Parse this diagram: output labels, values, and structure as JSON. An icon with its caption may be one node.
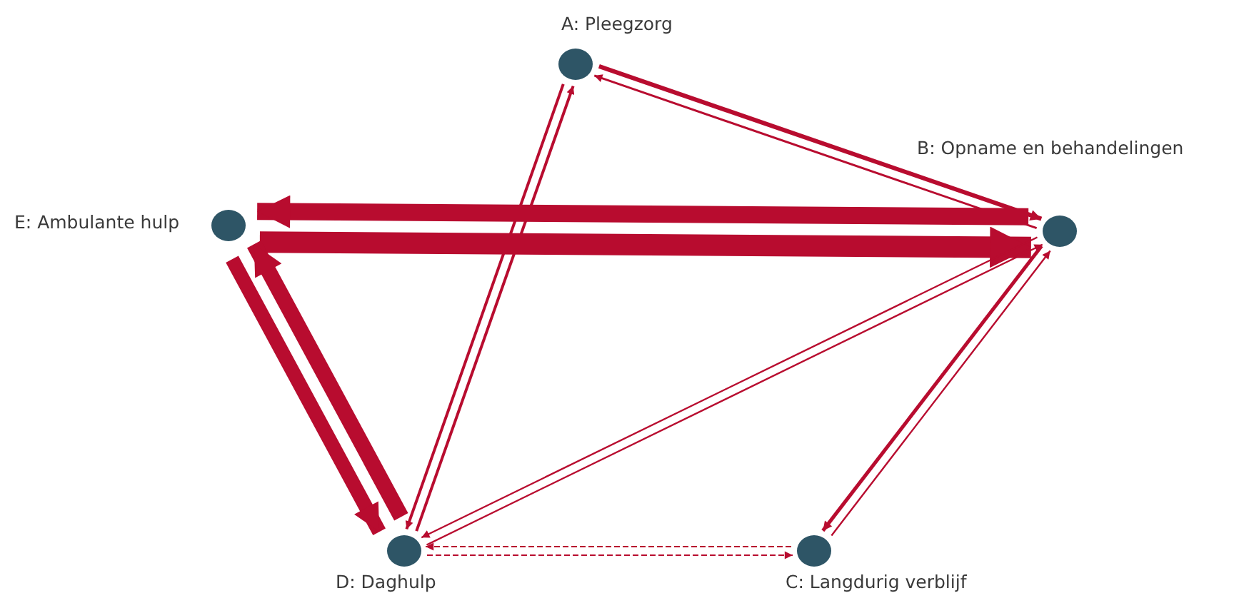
{
  "diagram": {
    "nodes": [
      {
        "text": [
          "A: Pleegzorg"
        ]
      },
      {
        "text": [
          "B: Opname en behandelingen"
        ]
      },
      {
        "text": [
          "C: Langdurig verblijf"
        ]
      },
      {
        "text": [
          "D: Daghulp"
        ]
      },
      {
        "text": [
          "E: Ambulante hulp"
        ]
      }
    ],
    "edges": [
      {
        "from": 0,
        "to": 1,
        "arrow": "to"
      },
      {
        "from": 1,
        "to": 0,
        "arrow": "to"
      },
      {
        "from": 0,
        "to": 3,
        "arrow": "to"
      },
      {
        "from": 3,
        "to": 0,
        "arrow": "to"
      },
      {
        "from": 1,
        "to": 4,
        "arrow": "to",
        "style": "thick"
      },
      {
        "from": 4,
        "to": 1,
        "arrow": "to",
        "style": "thick"
      },
      {
        "from": 4,
        "to": 3,
        "arrow": "to",
        "style": "thick"
      },
      {
        "from": 3,
        "to": 4,
        "arrow": "to",
        "style": "thick"
      },
      {
        "from": 1,
        "to": 3,
        "arrow": "to"
      },
      {
        "from": 3,
        "to": 1,
        "arrow": "to"
      },
      {
        "from": 1,
        "to": 2,
        "arrow": "to"
      },
      {
        "from": 2,
        "to": 1,
        "arrow": "to"
      },
      {
        "from": 2,
        "to": 3,
        "arrow": "to",
        "style": "dashed"
      },
      {
        "from": 3,
        "to": 2,
        "arrow": "to",
        "style": "dashed"
      }
    ]
  }
}
